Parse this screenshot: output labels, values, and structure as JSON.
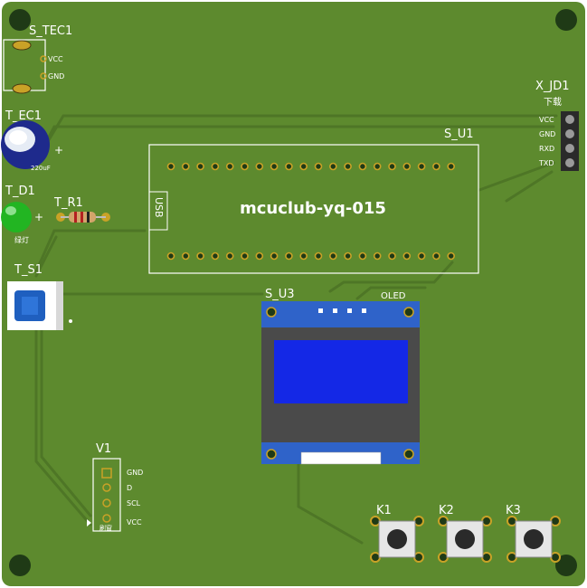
{
  "board": {
    "color": "#5d8a2e",
    "trace_color": "#4e7626",
    "silk_color": "#ffffff"
  },
  "labels": {
    "s_tec1": "S_TEC1",
    "tec_vcc": "VCC",
    "tec_gnd": "GND",
    "t_ec1": "T_EC1",
    "cap_value": "220uF",
    "t_d1": "T_D1",
    "led_note": "绿灯",
    "t_r1": "T_R1",
    "t_s1": "T_S1",
    "x_jd1": "X_JD1",
    "download": "下载",
    "pin_vcc": "VCC",
    "pin_gnd": "GND",
    "pin_rxd": "RXD",
    "pin_txd": "TXD",
    "s_u1": "S_U1",
    "usb": "USB",
    "mcu_name": "mcuclub-yq-015",
    "s_u3": "S_U3",
    "oled": "OLED",
    "v1": "V1",
    "v1_gnd": "GND",
    "v1_d": "D",
    "v1_scl": "SCL",
    "v1_vcc": "VCC",
    "v1_bottom": "刷窗",
    "k1": "K1",
    "k2": "K2",
    "k3": "K3"
  },
  "colors": {
    "oled_pcb": "#2f63c9",
    "oled_screen": "#1428e6",
    "oled_bezel": "#4a4a4a",
    "led": "#22b522",
    "capacitor": "#1e2a8c",
    "switch": "#1f5fbf",
    "gold": "#c9a227"
  }
}
